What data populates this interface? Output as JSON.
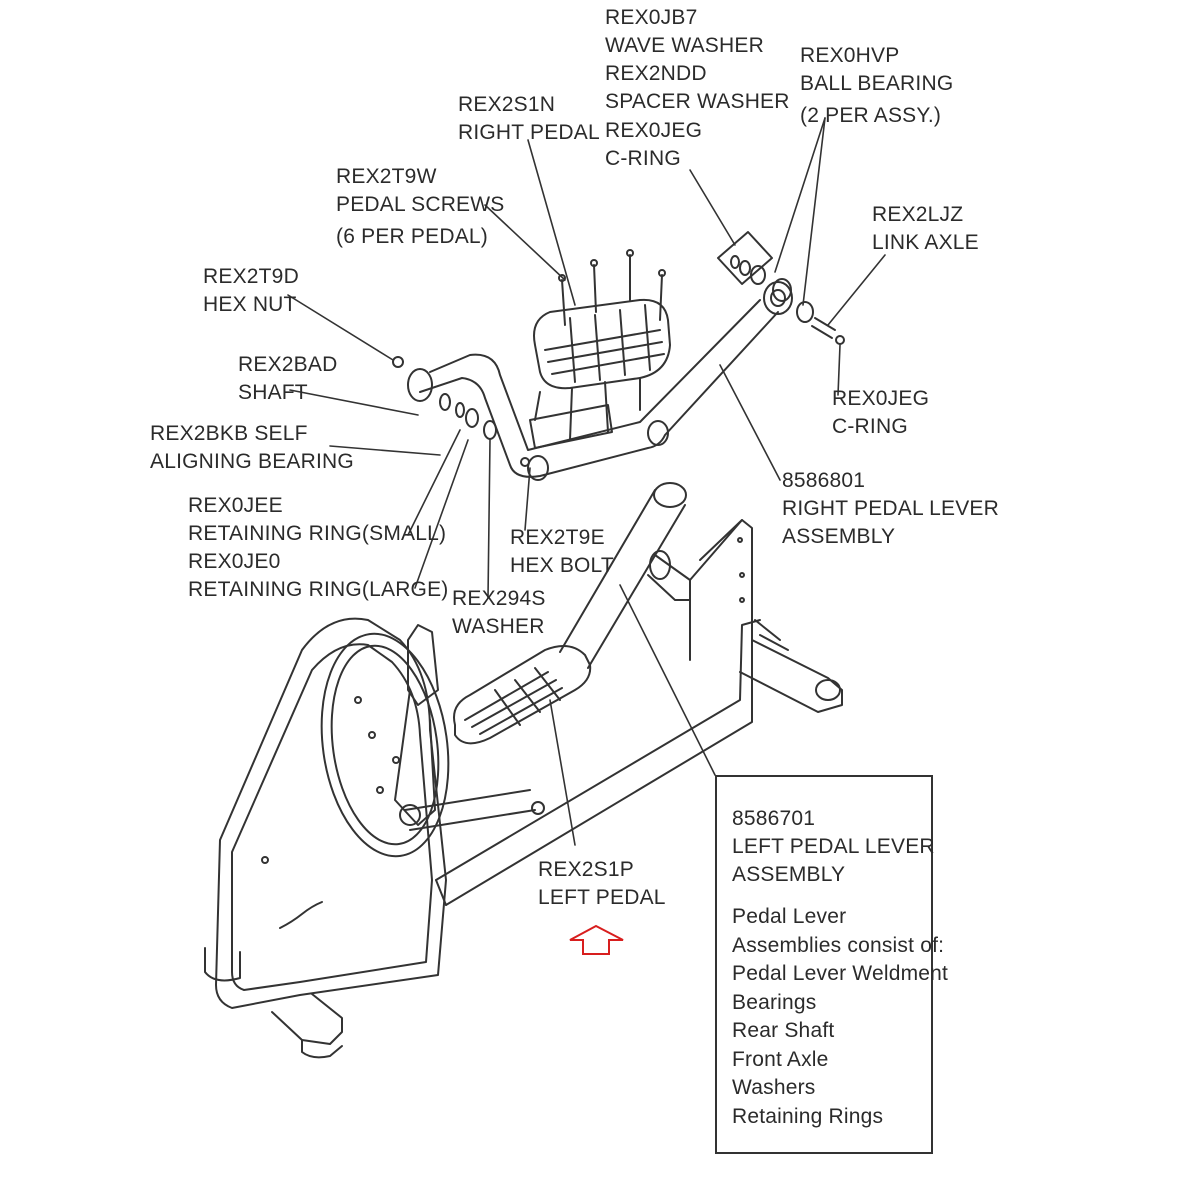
{
  "labels": {
    "wave_washer": [
      "REX0JB7",
      "WAVE WASHER"
    ],
    "spacer_washer": [
      "REX2NDD",
      "SPACER WASHER"
    ],
    "c_ring_top": [
      "REX0JEG",
      "C-RING"
    ],
    "ball_bearing": [
      "REX0HVP",
      "BALL BEARING",
      "(2 PER ASSY.)"
    ],
    "right_pedal": [
      "REX2S1N",
      "RIGHT PEDAL"
    ],
    "pedal_screws": [
      "REX2T9W",
      "PEDAL SCREWS",
      "(6 PER PEDAL)"
    ],
    "link_axle": [
      "REX2LJZ",
      "LINK AXLE"
    ],
    "hex_nut": [
      "REX2T9D",
      "HEX NUT"
    ],
    "shaft": [
      "REX2BAD",
      "SHAFT"
    ],
    "self_aligning_bearing": [
      "REX2BKB SELF",
      "ALIGNING BEARING"
    ],
    "c_ring_right": [
      "REX0JEG",
      "C-RING"
    ],
    "right_pedal_lever": [
      "8586801",
      "RIGHT PEDAL LEVER",
      "ASSEMBLY"
    ],
    "retaining_ring_small": [
      "REX0JEE",
      "RETAINING RING(SMALL)"
    ],
    "retaining_ring_large": [
      "REX0JE0",
      "RETAINING RING(LARGE)"
    ],
    "hex_bolt": [
      "REX2T9E",
      "HEX BOLT"
    ],
    "washer": [
      "REX294S",
      "WASHER"
    ],
    "left_pedal": [
      "REX2S1P",
      "LEFT PEDAL"
    ]
  },
  "info_box": {
    "title": [
      "8586701",
      "LEFT PEDAL LEVER",
      "ASSEMBLY"
    ],
    "items": [
      "Pedal Lever",
      "Assemblies consist of:",
      "Pedal Lever Weldment",
      "Bearings",
      "Rear Shaft",
      "Front Axle",
      "Washers",
      "Retaining Rings"
    ]
  },
  "colors": {
    "line": "#333333",
    "arrow": "#d81e1e"
  }
}
